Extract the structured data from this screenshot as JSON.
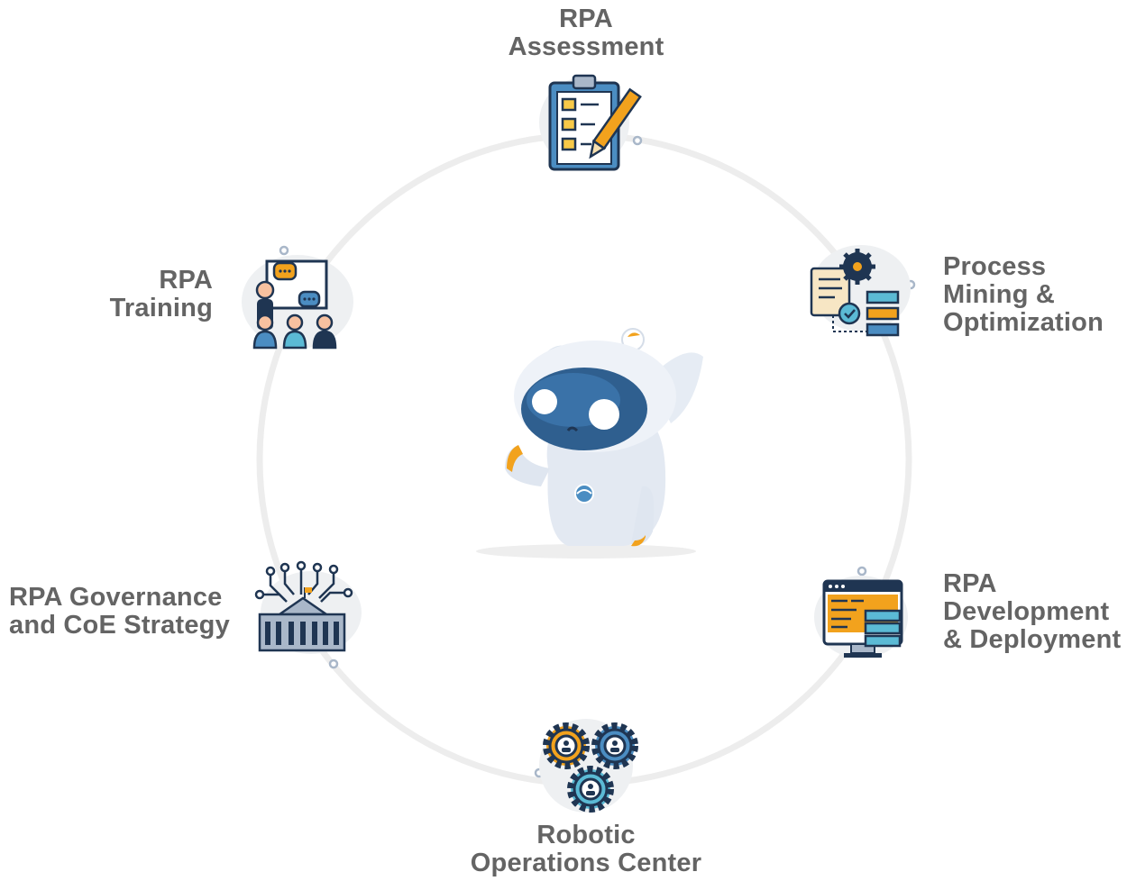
{
  "diagram": {
    "colors": {
      "ring": "#ededed",
      "blob": "#eef0f2",
      "dot": "#a9b7c9",
      "text": "#646464",
      "navy": "#1f3552",
      "orange": "#f2a21d",
      "yellow": "#f7c948",
      "blue": "#4b8dc2",
      "teal": "#5bbad5",
      "robot_face": "#2f5f8f",
      "robot_body": "#e3e9f2"
    },
    "nodes": [
      {
        "id": "assessment",
        "icon": "clipboard-checklist-icon",
        "lines": [
          "RPA",
          "Assessment"
        ]
      },
      {
        "id": "process-mining",
        "icon": "document-gear-flow-icon",
        "lines": [
          "Process",
          "Mining &",
          "Optimization"
        ]
      },
      {
        "id": "development",
        "icon": "code-monitor-server-icon",
        "lines": [
          "RPA",
          "Development",
          "& Deployment"
        ]
      },
      {
        "id": "operations",
        "icon": "gears-people-icon",
        "lines": [
          "Robotic",
          "Operations Center"
        ]
      },
      {
        "id": "governance",
        "icon": "circuit-building-icon",
        "lines": [
          "RPA Governance",
          "and CoE Strategy"
        ]
      },
      {
        "id": "training",
        "icon": "presentation-audience-icon",
        "lines": [
          "RPA",
          "Training"
        ]
      }
    ],
    "center": {
      "icon": "robot-mascot-icon"
    }
  }
}
